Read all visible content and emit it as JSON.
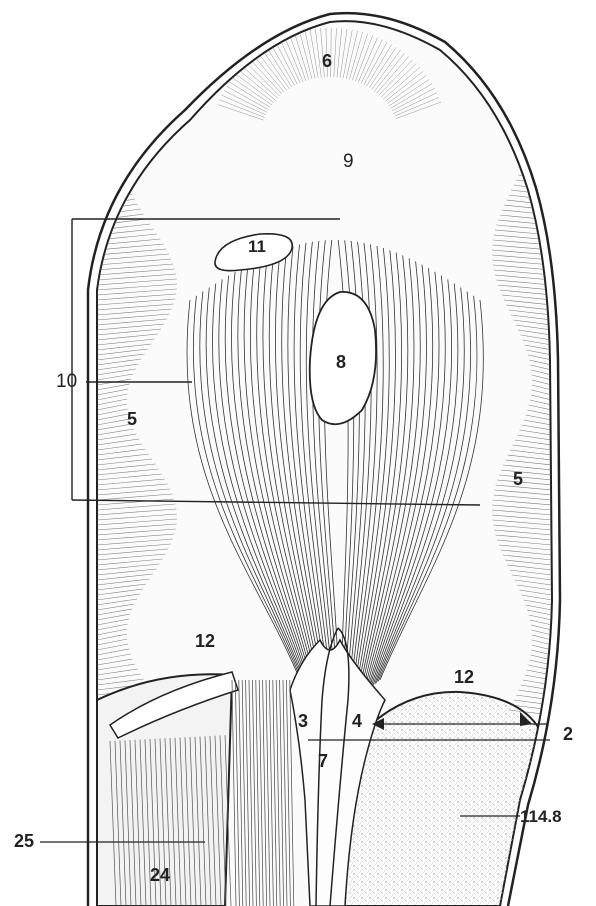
{
  "figure": {
    "labels": {
      "l6": "6",
      "l9": "9",
      "l11": "11",
      "l8": "8",
      "l10": "10",
      "l5_left": "5",
      "l5_right": "5",
      "l12_left": "12",
      "l12_right": "12",
      "l3": "3",
      "l4": "4",
      "l2": "2",
      "l7": "7",
      "l114_8": "114.8",
      "l25": "25",
      "l24": "24"
    },
    "colors": {
      "ink": "#222222",
      "paper": "#ffffff",
      "shade": "#d8d8d8",
      "stipple": "#9a9a9a"
    }
  }
}
